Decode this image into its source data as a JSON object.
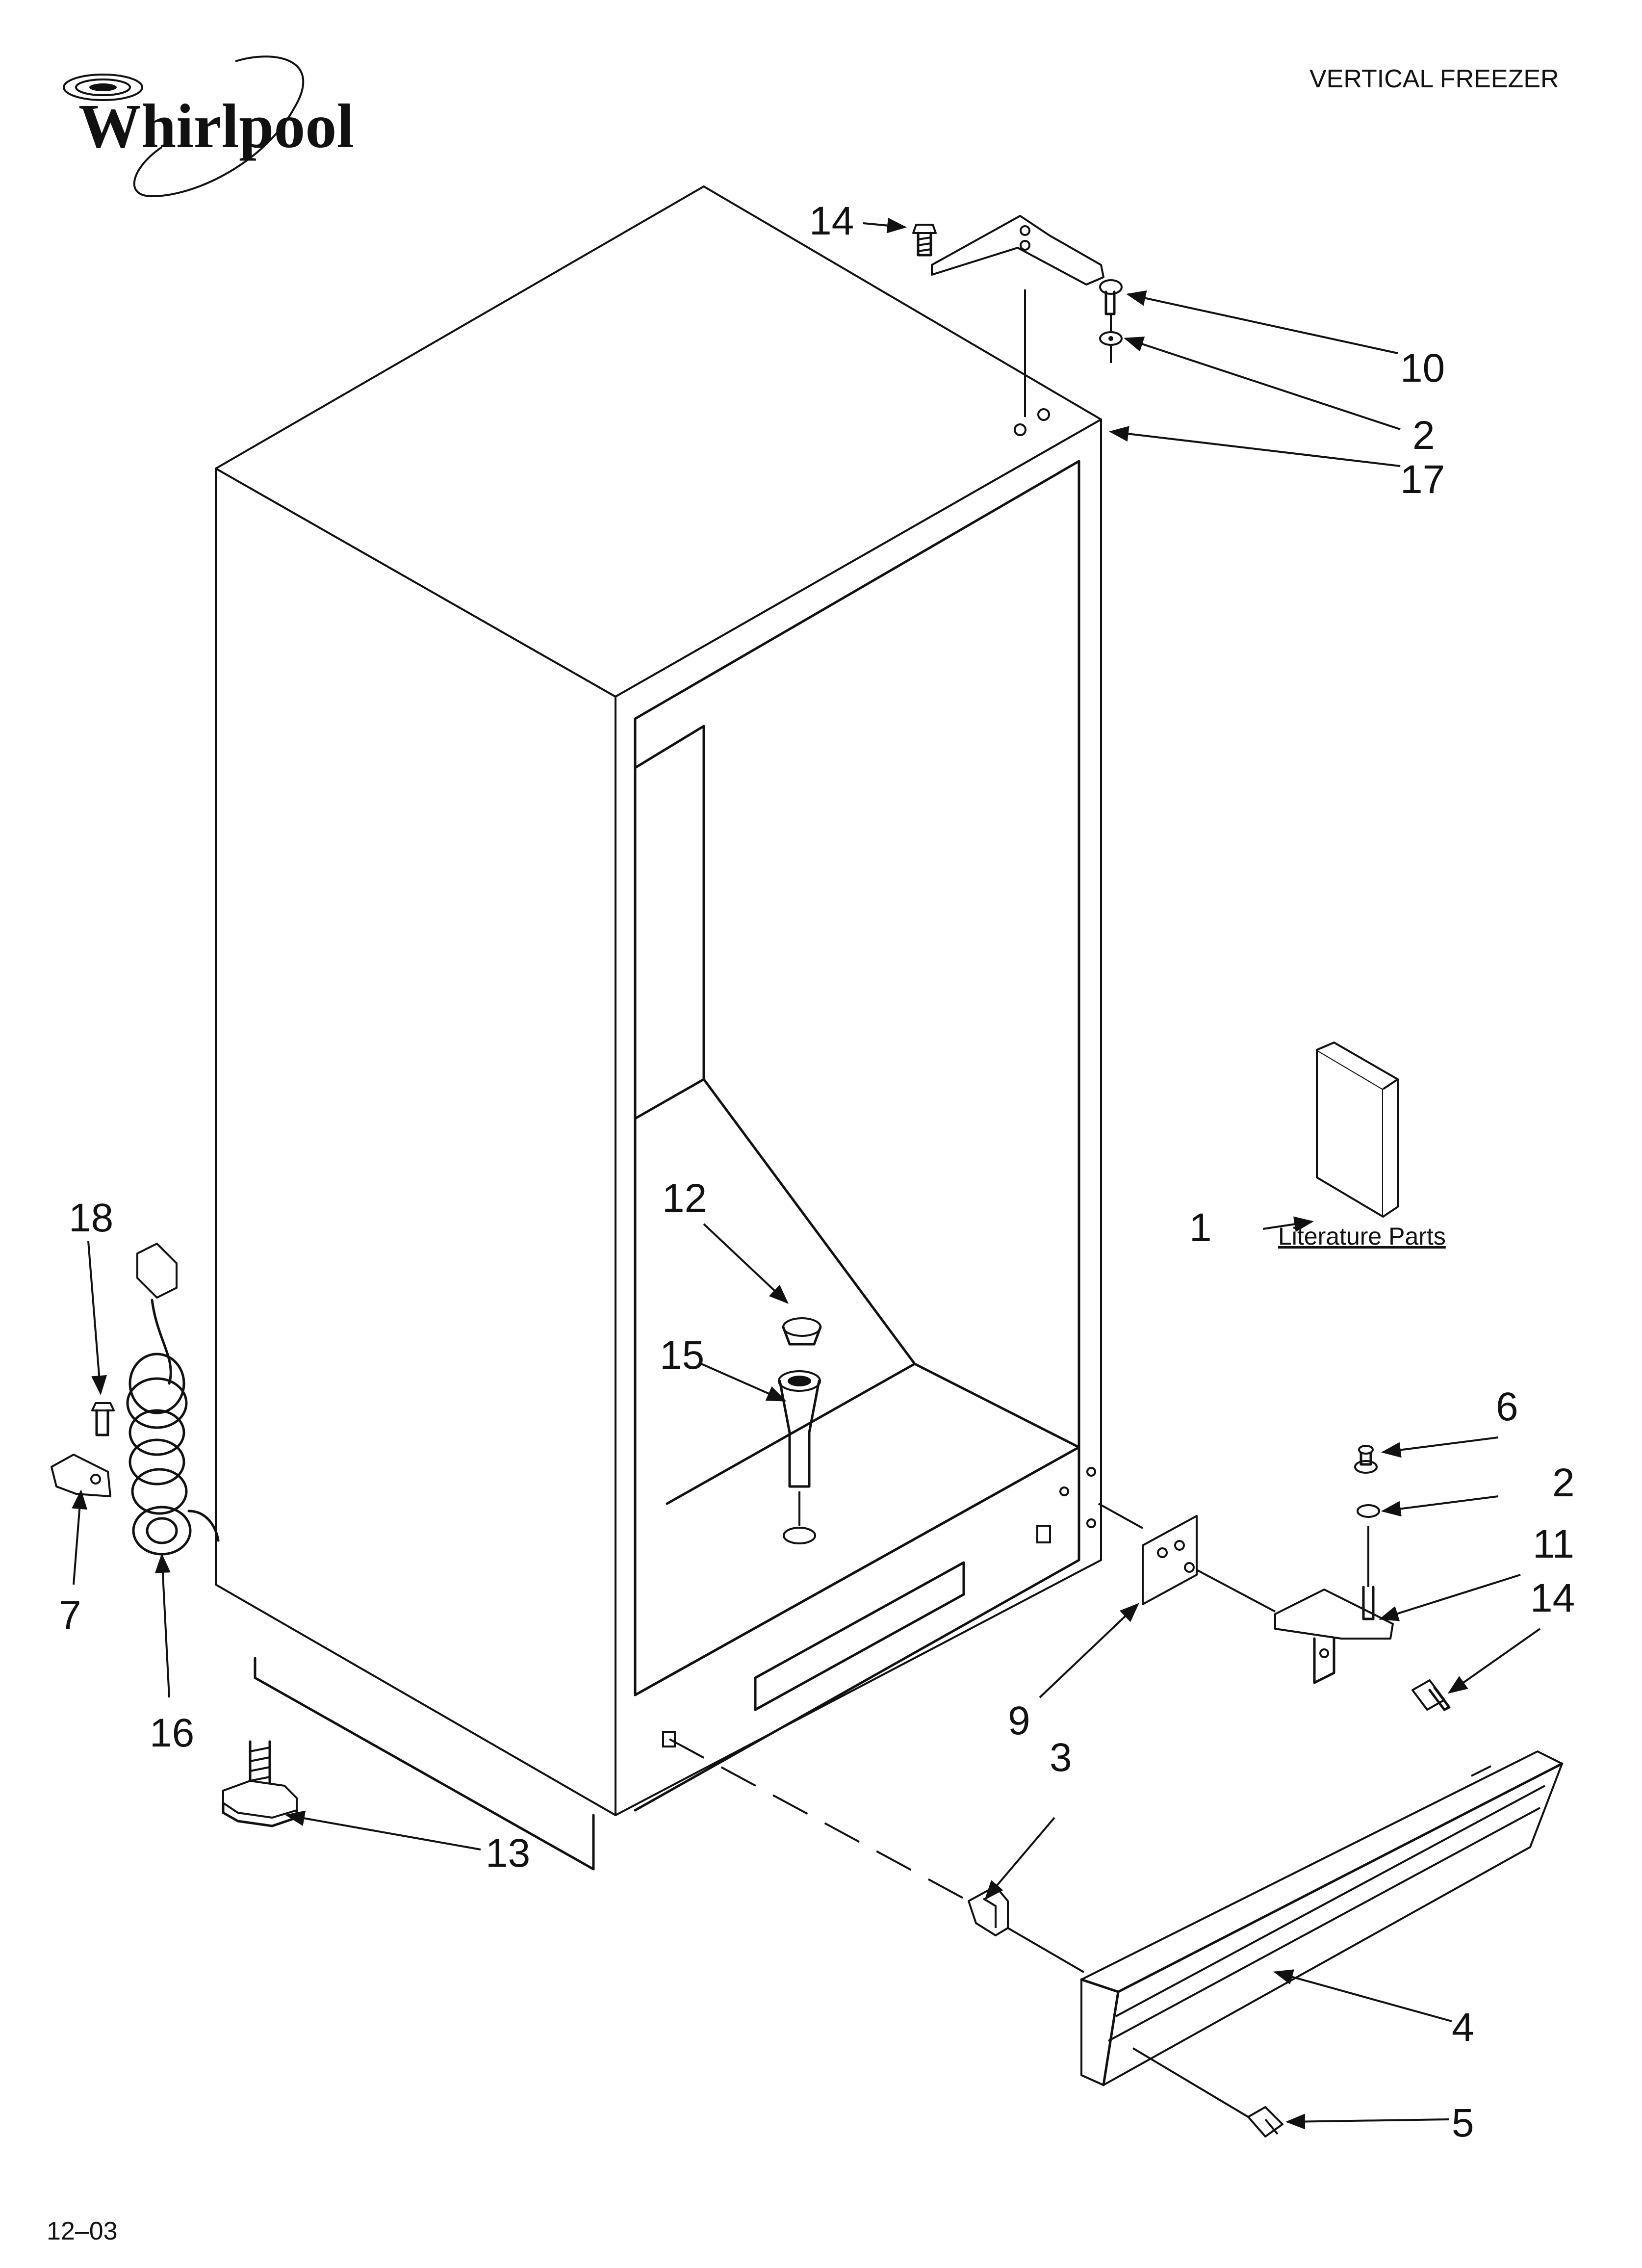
{
  "header": {
    "brand": "Whirlpool",
    "title": "VERTICAL FREEZER"
  },
  "footer": {
    "date_code": "12–03"
  },
  "literature_label": "Literature Parts",
  "callouts": {
    "c1": "1",
    "c2a": "2",
    "c2b": "2",
    "c3": "3",
    "c4": "4",
    "c5": "5",
    "c6": "6",
    "c7": "7",
    "c9": "9",
    "c10": "10",
    "c11": "11",
    "c12": "12",
    "c13": "13",
    "c14a": "14",
    "c14b": "14",
    "c15": "15",
    "c16": "16",
    "c17": "17",
    "c18": "18"
  },
  "colors": {
    "ink": "#111111",
    "paper": "#ffffff"
  }
}
